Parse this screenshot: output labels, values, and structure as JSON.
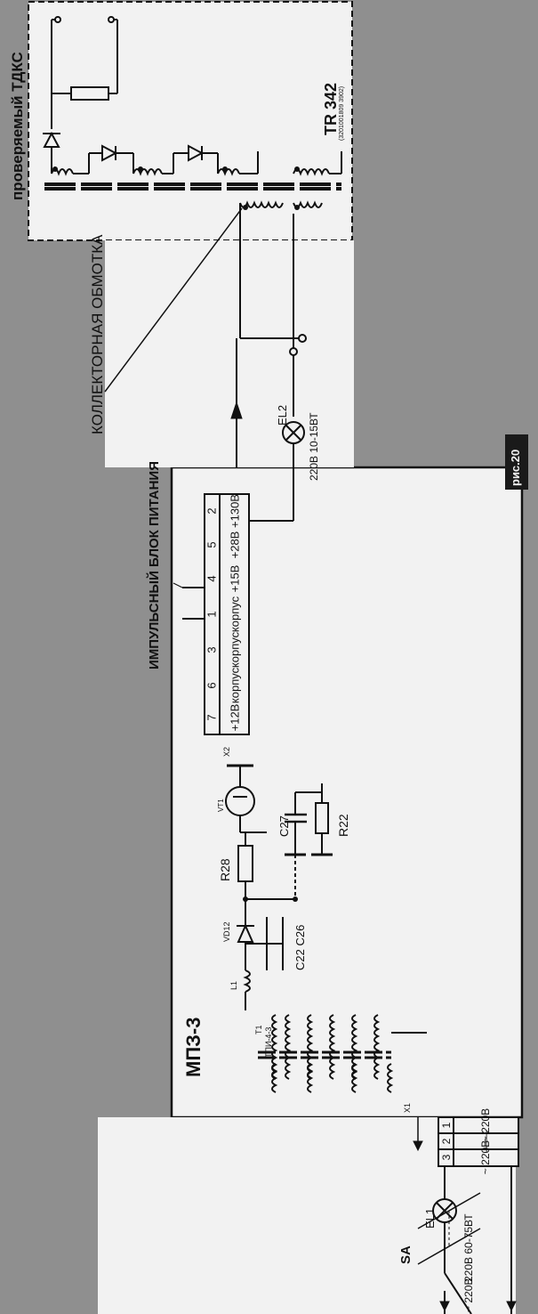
{
  "labels": {
    "tdks_title": "проверяемый ТДКС",
    "tdks_model": "TR 342",
    "tdks_part": "(3201001809 3902)",
    "collector_winding": "КОЛЛЕКТОРНАЯ ОБМОТКА",
    "psu_title": "ИМПУЛЬСНЫЙ БЛОК ПИТАНИЯ",
    "psu_model": "МПЗ-3",
    "transformer_ref": "T1",
    "transformer_type": "ТПИ-4-3",
    "el2_ref": "EL2",
    "el2_rating": "220В 10-15ВТ",
    "el1_ref": "EL1",
    "el1_rating": "220В 60-75ВТ",
    "switch_ref": "SA",
    "mains": "~ 220В",
    "fig_label": "рис.20",
    "x1": "X1",
    "x2": "X2",
    "l1": "L1",
    "vd12": "VD12",
    "vt1": "VT1",
    "r28": "R28",
    "r22": "R22",
    "c27": "C27",
    "c22_c26": "C22 C26"
  },
  "connector_x2": [
    {
      "pin": "2",
      "signal": "+130В"
    },
    {
      "pin": "5",
      "signal": "+28В"
    },
    {
      "pin": "4",
      "signal": "+15В"
    },
    {
      "pin": "1",
      "signal": "корпус"
    },
    {
      "pin": "3",
      "signal": "корпус"
    },
    {
      "pin": "6",
      "signal": "корпус"
    },
    {
      "pin": "7",
      "signal": "+12В"
    }
  ],
  "connector_x1": [
    {
      "pin": "1",
      "signal": "~ 220В"
    },
    {
      "pin": "2",
      "signal": "——"
    },
    {
      "pin": "3",
      "signal": "~ 220В"
    }
  ],
  "colors": {
    "ink": "#111111",
    "paper": "#f2f2f2",
    "background": "#8f8f8f",
    "badge": "#1a1a1a"
  }
}
